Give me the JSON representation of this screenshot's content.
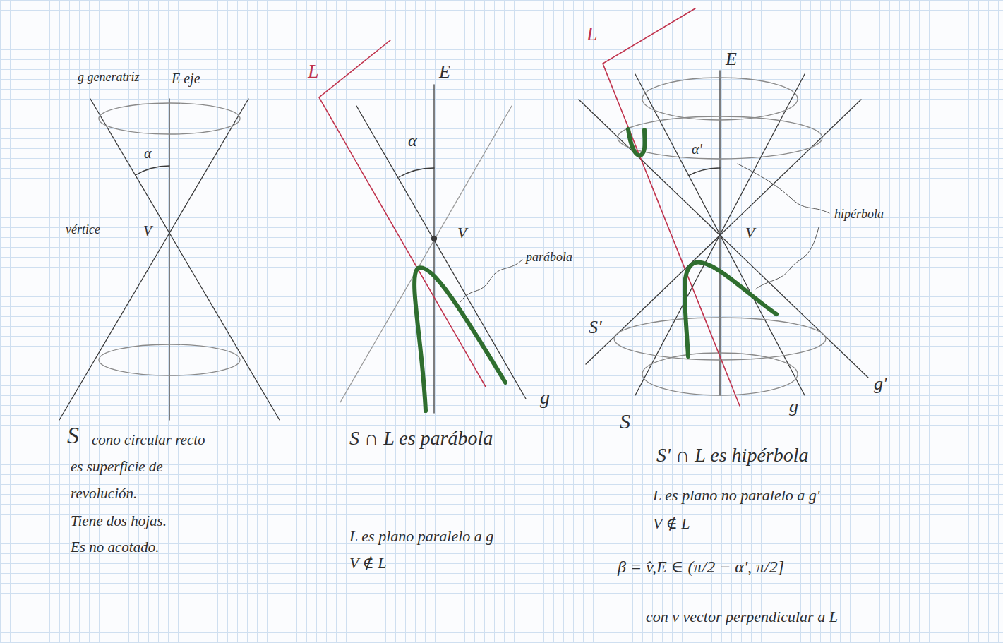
{
  "diagram": {
    "labels": [
      "g generatriz",
      "E eje",
      "α",
      "vértice",
      "V",
      "S",
      "cono circular recto",
      "es superficie de",
      "revolución.",
      "Tiene dos hojas.",
      "Es no acotado.",
      "L",
      "E",
      "α",
      "V",
      "parábola",
      "g",
      "S ∩ L es parábola",
      "L es plano paralelo a g",
      "V ∉ L",
      "L",
      "E",
      "α'",
      "hipérbola",
      "V",
      "S'",
      "g",
      "g'",
      "S",
      "S' ∩ L es hipérbola",
      "L es plano no paralelo a g'",
      "V ∉ L",
      "β = v̂,E ∈ (π/2 − α', π/2]",
      "con v vector perpendicular a L"
    ]
  }
}
